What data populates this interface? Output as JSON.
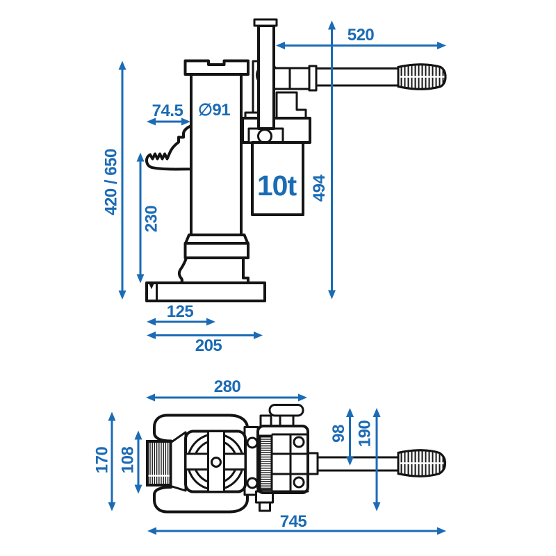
{
  "capacity": "10t",
  "colors": {
    "dimension_blue": "#1b6bb5",
    "outline_black": "#141414",
    "background": "#ffffff"
  },
  "side_view": {
    "handle_reach": "520",
    "claw_depth": "74.5",
    "ram_diameter": "∅91",
    "lift_height_range": "420 / 650",
    "claw_height": "230",
    "overall_height": "494",
    "base_front_length": "125",
    "base_length": "205"
  },
  "plan_view": {
    "frame_length": "280",
    "frame_width": "170",
    "claw_width": "108",
    "lever_offset": "98",
    "body_width": "190",
    "overall_length": "745"
  }
}
